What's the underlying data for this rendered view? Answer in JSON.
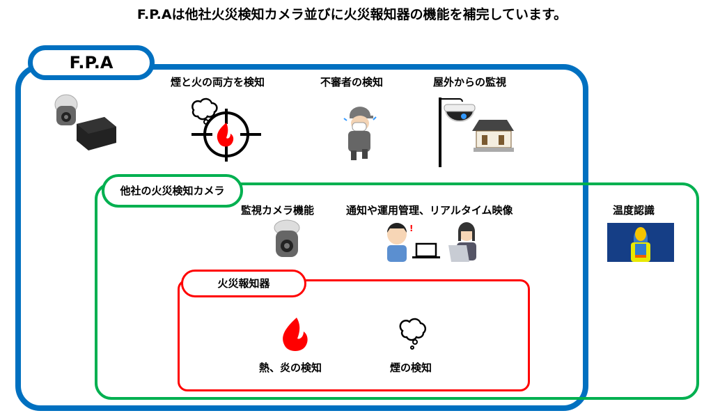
{
  "title": "F.P.Aは他社火災検知カメラ並びに火災報知器の機能を補完しています。",
  "fpa": {
    "label": "F.P.A",
    "features": [
      "煙と火の両方を検知",
      "不審者の検知",
      "屋外からの監視"
    ]
  },
  "other_camera": {
    "label": "他社の火災検知カメラ",
    "features": [
      "監視カメラ機能",
      "通知や運用管理、リアルタイム映像",
      "温度認識"
    ]
  },
  "fire_alarm": {
    "label": "火災報知器",
    "features": [
      "熱、炎の検知",
      "煙の検知"
    ]
  },
  "colors": {
    "fpa": "#0070C0",
    "other_camera": "#00B050",
    "fire_alarm": "#FF0000"
  }
}
